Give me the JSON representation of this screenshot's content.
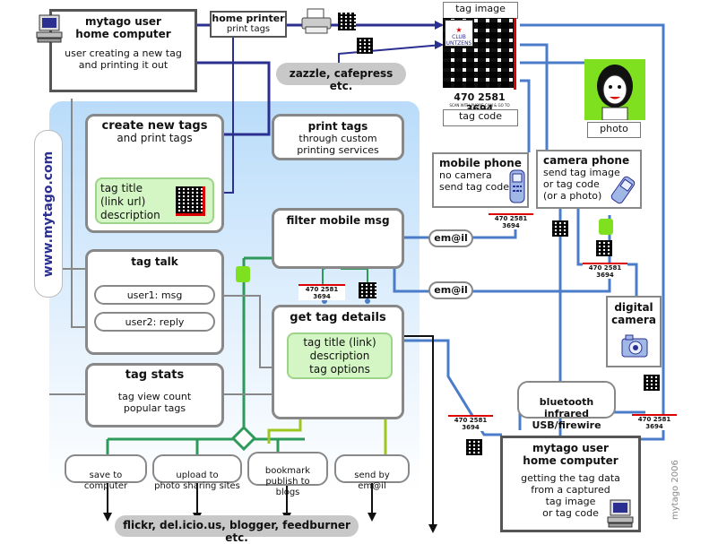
{
  "home_top": {
    "title": "mytago user\nhome computer",
    "desc": "user creating a new tag\nand printing it out"
  },
  "home_printer": {
    "title": "home printer",
    "desc": "print tags"
  },
  "tag_image_label": "tag image",
  "tag_code_label": "tag code",
  "tag_code_number": "470 2581 3694",
  "tag_code_caption": "SCAN WITH PHONE CAM & GO TO MYTAGO.COM",
  "club_label": "CLUB\nUNTZENS",
  "zazzle": "zazzle, cafepress etc.",
  "photo_label": "photo",
  "site_label": "www.mytago.com",
  "create": {
    "title": "create new tags",
    "desc": "and print tags"
  },
  "print_tags": {
    "title": "print tags",
    "desc": "through custom\nprinting services"
  },
  "tag_fields": "tag title\n(link url)\ndescription",
  "mobile_phone": {
    "title": "mobile phone",
    "desc": "no camera\nsend tag code"
  },
  "camera_phone": {
    "title": "camera phone",
    "desc": "send tag image\nor tag code\n(or a photo)"
  },
  "filter": "filter mobile msg",
  "email1": "em@il",
  "email2": "em@il",
  "tag_talk": {
    "title": "tag talk",
    "msg1": "user1: msg",
    "msg2": "user2: reply"
  },
  "get_details": {
    "title": "get tag details",
    "l1": "tag title (link)",
    "l2": "description",
    "l3": "tag options"
  },
  "digital_camera": "digital\ncamera",
  "tag_stats": {
    "title": "tag stats",
    "desc": "tag view count\npopular tags"
  },
  "bluetooth": "bluetooth\ninfrared\nUSB/firewire",
  "actions": [
    "save to\ncomputer",
    "upload to\nphoto sharing sites",
    "bookmark\npublish to\nblogs",
    "send by\nem@il"
  ],
  "home_bottom": {
    "title": "mytago user\nhome computer",
    "desc": "getting the tag data\nfrom a captured\ntag image\nor tag code"
  },
  "flickr": "flickr, del.icio.us, blogger, feedburner etc.",
  "credit": "mytago 2006",
  "colors": {
    "navy": "#2b2f8f",
    "blue": "#4a7cc9",
    "green": "#2e9a5a",
    "lime": "#9dc61f",
    "red": "#d00000",
    "panel": "#cfe6fb"
  }
}
